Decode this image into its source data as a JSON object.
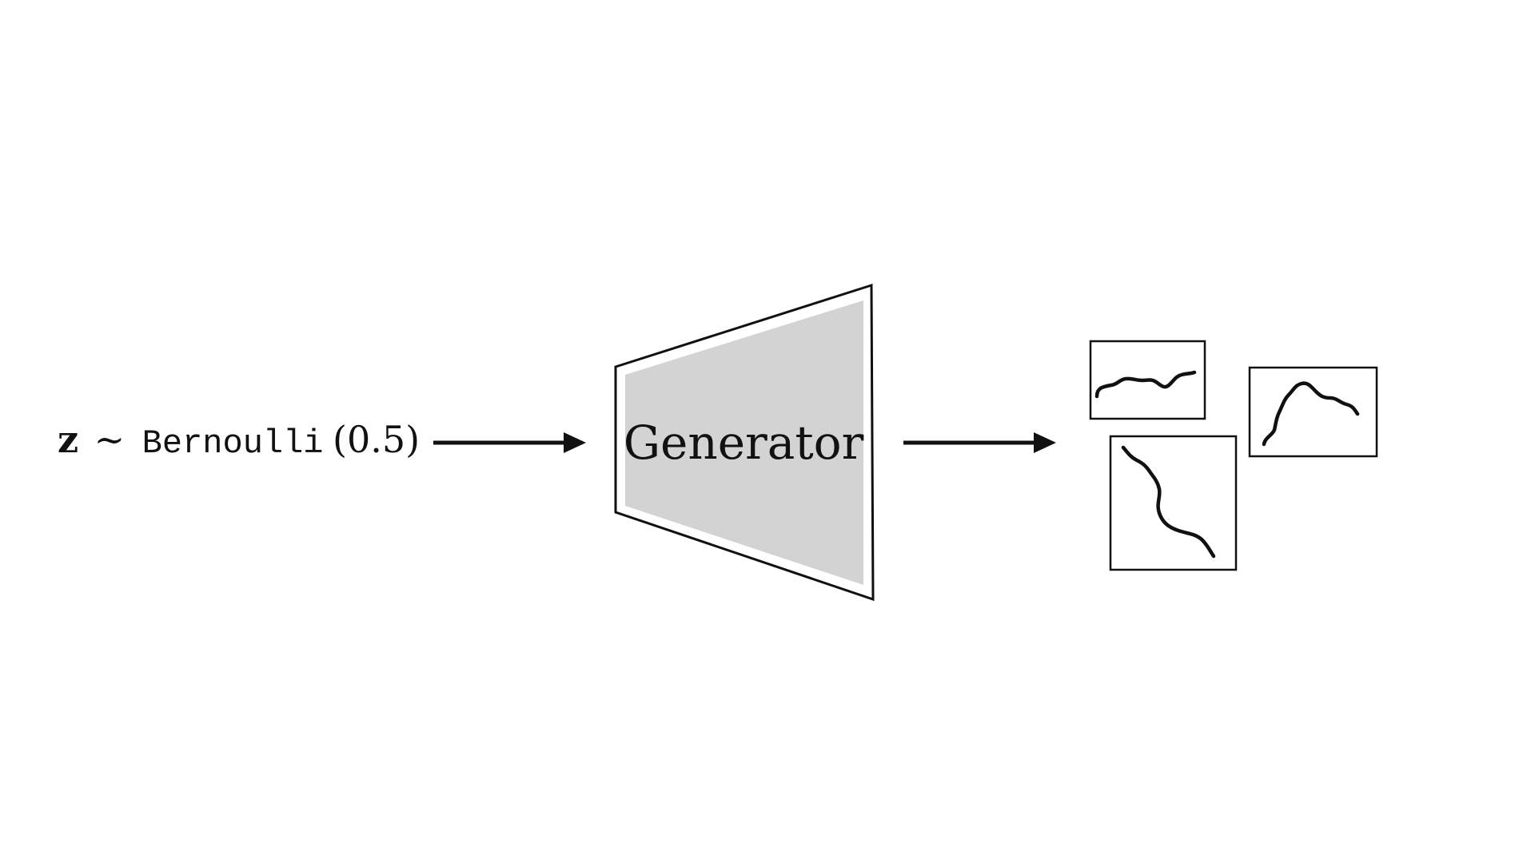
{
  "input": {
    "variable": "z",
    "relation": "∼",
    "distribution": "Bernoulli",
    "parameter": "(0.5)"
  },
  "generator": {
    "label": "Generator",
    "fill_color": "#d3d3d3",
    "stroke_color": "#111111"
  },
  "outputs": {
    "count": 3,
    "description_icon": "curve-sample-icon"
  }
}
